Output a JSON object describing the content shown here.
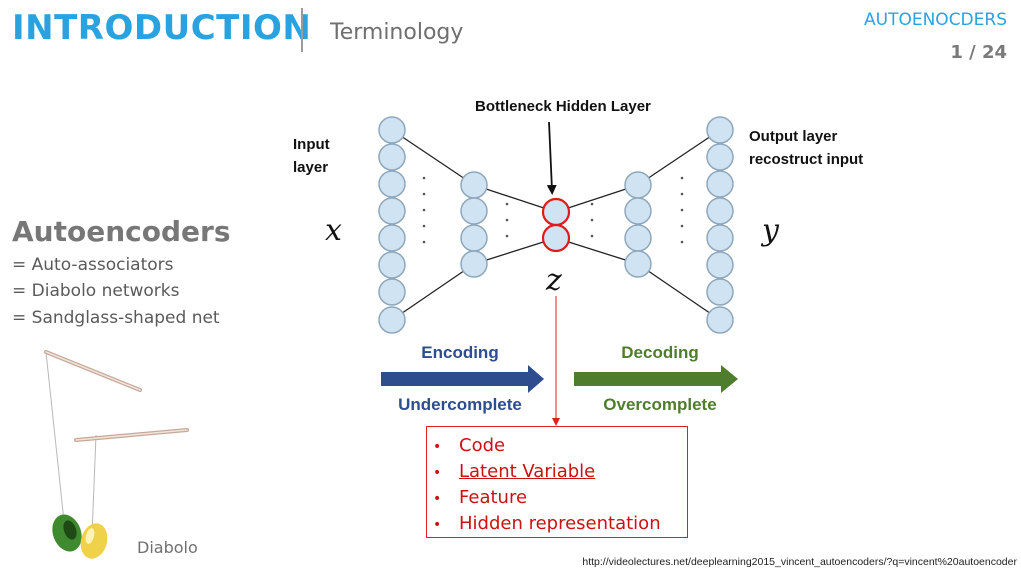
{
  "header": {
    "section_title": "INTRODUCTION",
    "subtitle": "Terminology",
    "deck_title": "AUTOENOCDERS",
    "page_number": "1 / 24"
  },
  "left_panel": {
    "heading": "Autoencoders",
    "aliases": [
      "= Auto-associators",
      "= Diabolo networks",
      "= Sandglass-shaped net"
    ],
    "image_caption": "Diabolo"
  },
  "diagram": {
    "bottleneck_label": "Bottleneck Hidden Layer",
    "input_label_line1": "Input",
    "input_label_line2": "layer",
    "output_label_line1": "Output layer",
    "output_label_line2": "recostruct input",
    "input_symbol": "x",
    "output_symbol": "y",
    "latent_symbol": "z",
    "encoding_label": "Encoding",
    "decoding_label": "Decoding",
    "undercomplete_label": "Undercomplete",
    "overcomplete_label": "Overcomplete",
    "colors": {
      "encoding": "#2e4d8f",
      "decoding": "#4f7d2e",
      "neuron_fill": "#cfe3f3",
      "neuron_stroke": "#8fa7bb",
      "bottleneck": "#e01a1a"
    }
  },
  "latent_terms": [
    {
      "text": "Code",
      "underlined": false
    },
    {
      "text": "Latent Variable",
      "underlined": true
    },
    {
      "text": "Feature",
      "underlined": false
    },
    {
      "text": "Hidden representation",
      "underlined": false
    }
  ],
  "footer": {
    "source_url": "http://videolectures.net/deeplearning2015_vincent_autoencoders/?q=vincent%20autoencoder"
  }
}
